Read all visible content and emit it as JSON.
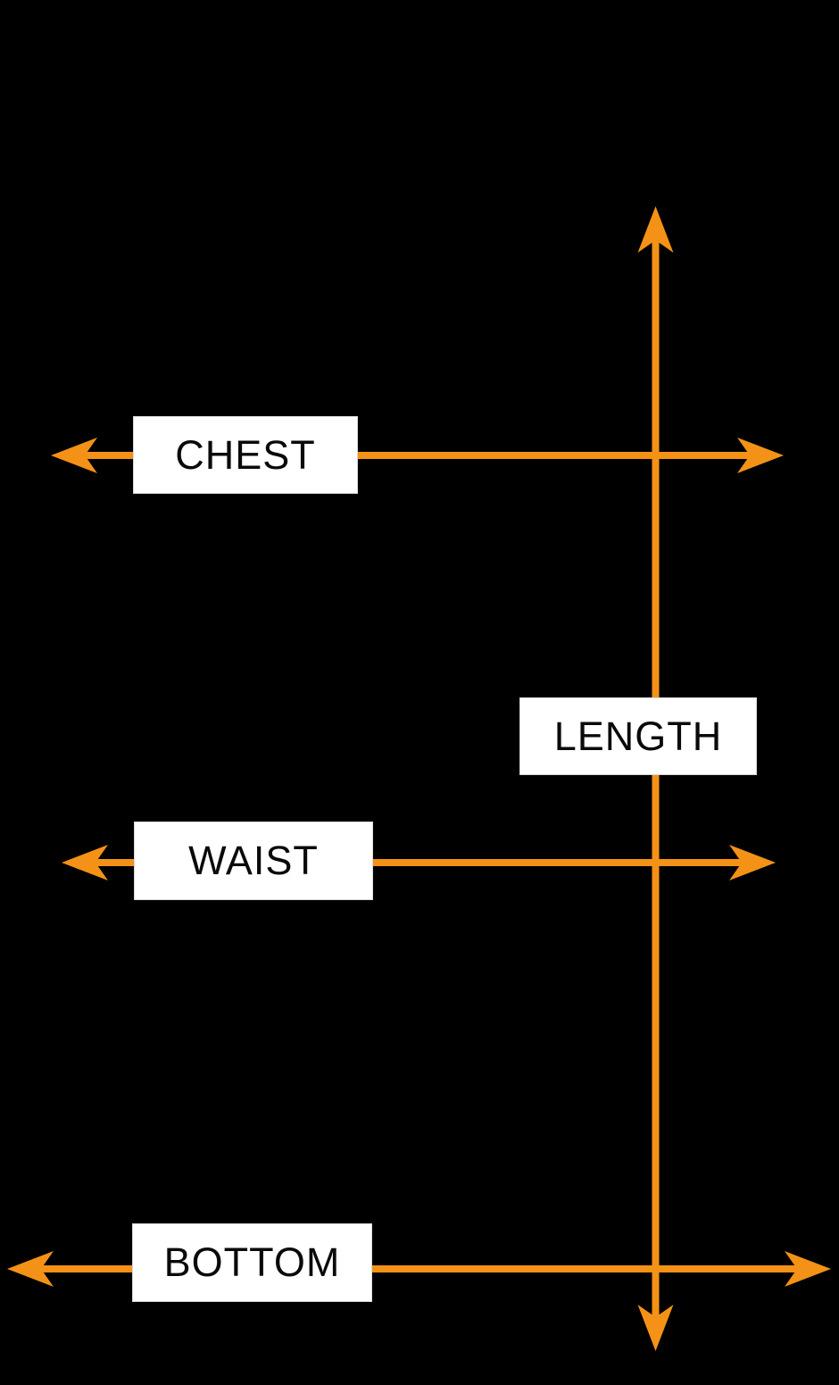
{
  "diagram": {
    "title": "garment-measurement-guide",
    "labels": {
      "chest": "CHEST",
      "length": "LENGTH",
      "waist": "WAIST",
      "bottom": "BOTTOM"
    },
    "colors": {
      "background": "#000000",
      "arrow": "#F39216",
      "label_background": "#FFFFFF",
      "label_text": "#0A0A0A"
    }
  }
}
